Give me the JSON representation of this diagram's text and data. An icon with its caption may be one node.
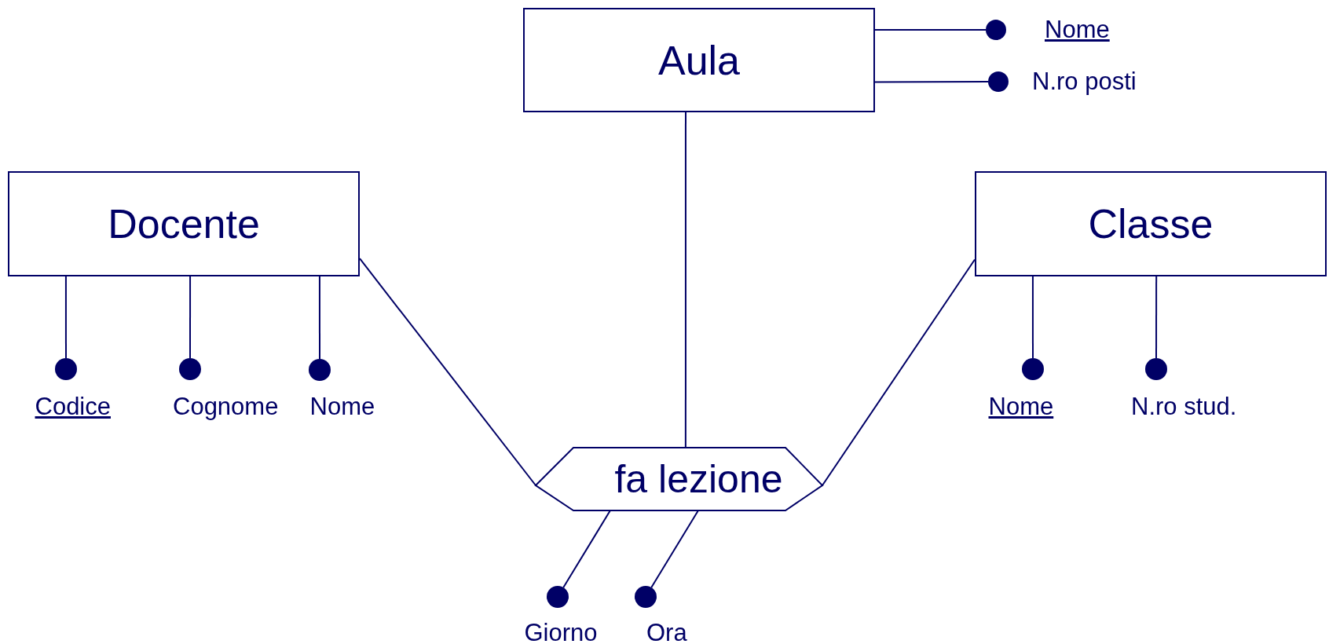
{
  "diagram": {
    "nodes": [
      {
        "text": [
          "Aula"
        ]
      },
      {
        "text": [],
        "shape": "circle",
        "beside": [
          "Nome"
        ]
      },
      {
        "text": [],
        "shape": "circle",
        "beside": [
          "N.ro posti"
        ]
      },
      {
        "text": [
          "Docente"
        ]
      },
      {
        "text": [],
        "shape": "circle",
        "beside": [
          "Codice"
        ]
      },
      {
        "text": [],
        "shape": "circle",
        "beside": [
          "Cognome"
        ]
      },
      {
        "text": [],
        "shape": "circle",
        "beside": [
          "Nome"
        ]
      },
      {
        "text": [
          "Classe"
        ]
      },
      {
        "text": [],
        "shape": "circle",
        "beside": [
          "Nome"
        ]
      },
      {
        "text": [],
        "shape": "circle",
        "beside": [
          "N.ro stud."
        ]
      },
      {
        "text": [
          "fa lezione"
        ]
      },
      {
        "text": [],
        "shape": "circle",
        "beside": [
          "Giorno"
        ]
      },
      {
        "text": [],
        "shape": "circle",
        "beside": [
          "Ora"
        ]
      }
    ],
    "edges": [
      {
        "from": 0,
        "to": 1,
        "arrow": "none"
      },
      {
        "from": 0,
        "to": 2,
        "arrow": "none"
      },
      {
        "from": 3,
        "to": 4,
        "arrow": "none"
      },
      {
        "from": 3,
        "to": 5,
        "arrow": "none"
      },
      {
        "from": 3,
        "to": 6,
        "arrow": "none"
      },
      {
        "from": 7,
        "to": 8,
        "arrow": "none"
      },
      {
        "from": 7,
        "to": 9,
        "arrow": "none"
      },
      {
        "from": 3,
        "to": 10,
        "arrow": "none"
      },
      {
        "from": 0,
        "to": 10,
        "arrow": "none"
      },
      {
        "from": 7,
        "to": 10,
        "arrow": "none"
      },
      {
        "from": 10,
        "to": 11,
        "arrow": "none"
      },
      {
        "from": 10,
        "to": 12,
        "arrow": "none"
      }
    ]
  }
}
